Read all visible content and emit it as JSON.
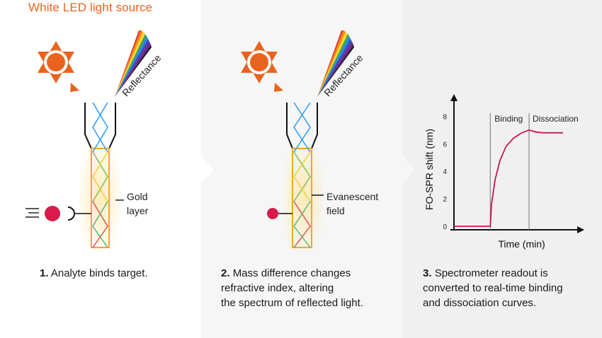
{
  "title": "White LED light source",
  "panels": [
    {
      "reflectance_label": "Reflectance",
      "field_label": [
        "Gold",
        "layer"
      ],
      "step": "1.",
      "caption_lines": [
        "Analyte binds target."
      ]
    },
    {
      "reflectance_label": "Reflectance",
      "field_label": [
        "Evanescent",
        "field"
      ],
      "step": "2.",
      "caption_lines": [
        "Mass difference changes",
        "refractive index, altering",
        "the spectrum of reflected light."
      ]
    },
    {
      "step": "3.",
      "caption_lines": [
        "Spectrometer readout is",
        "converted to real-time binding",
        "and dissociation curves."
      ]
    }
  ],
  "colors": {
    "accent": "#e8641e",
    "analyte": "#d81b4a",
    "curve": "#c8174a",
    "fiber_outline": "#f0a630",
    "axis": "#111111"
  },
  "chart_data": {
    "type": "line",
    "xlabel": "Time (min)",
    "ylabel": "FO-SPR shift (nm)",
    "yticks": [
      0,
      2,
      4,
      6,
      8
    ],
    "ylim": [
      0,
      9
    ],
    "regions": [
      "Binding",
      "Dissociation"
    ],
    "phase_boundaries": [
      0.3,
      0.62
    ],
    "series": [
      {
        "points": [
          [
            0,
            0
          ],
          [
            0.3,
            0
          ],
          [
            0.31,
            1.6
          ],
          [
            0.34,
            3.4
          ],
          [
            0.38,
            4.8
          ],
          [
            0.43,
            5.8
          ],
          [
            0.49,
            6.4
          ],
          [
            0.56,
            6.8
          ],
          [
            0.62,
            7.0
          ],
          [
            0.68,
            6.85
          ],
          [
            0.74,
            6.8
          ],
          [
            0.82,
            6.8
          ],
          [
            0.9,
            6.8
          ]
        ]
      }
    ]
  }
}
